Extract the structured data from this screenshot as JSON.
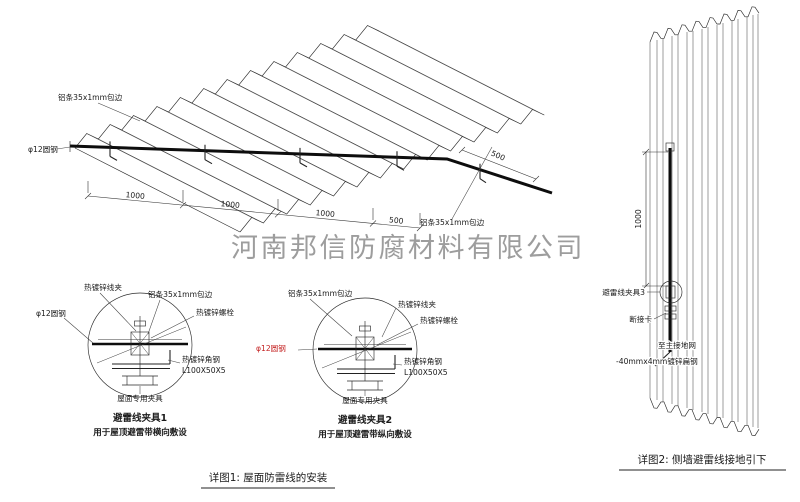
{
  "colors": {
    "red_label": "#c42323",
    "watermark": "#8c8c8c"
  },
  "watermark": "河南邦信防腐材料有限公司",
  "roof_view": {
    "label_edge_top": "铝条35x1mm包边",
    "label_edge_right": "铝条35x1mm包边",
    "label_rod": "φ12圆钢",
    "dims": {
      "d1": "1000",
      "d2": "1000",
      "d3": "1000",
      "d4": "500",
      "d5": "500"
    }
  },
  "detail1": {
    "title": "避雷线夹具1",
    "subtitle": "用于屋顶避雷带横向敷设",
    "labels": {
      "clamp": "热镀锌线夹",
      "alu": "铝条35x1mm包边",
      "bolt": "热镀锌螺栓",
      "rod": "φ12圆钢",
      "angle": "热镀锌角钢",
      "angle_size": "L100X50X5",
      "roof_clamp": "屋面专用夹具"
    }
  },
  "detail2": {
    "title": "避雷线夹具2",
    "subtitle": "用于屋顶避雷带纵向敷设",
    "labels": {
      "clamp": "热镀锌线夹",
      "alu": "铝条35x1mm包边",
      "bolt": "热镀锌螺栓",
      "rod": "φ12圆钢",
      "angle": "热镀锌角钢",
      "angle_size": "L100X50X5",
      "roof_clamp": "屋面专用夹具"
    }
  },
  "wall_view": {
    "dim": "1000",
    "labels": {
      "clamp3": "避雷线夹具3",
      "disconnect": "断接卡",
      "to_ground": "至主接地网",
      "flat_steel": "-40mmx4mm镀锌扁钢"
    }
  },
  "captions": {
    "detail1": "详图1: 屋面防雷线的安装",
    "detail2": "详图2: 侧墙避雷线接地引下"
  }
}
